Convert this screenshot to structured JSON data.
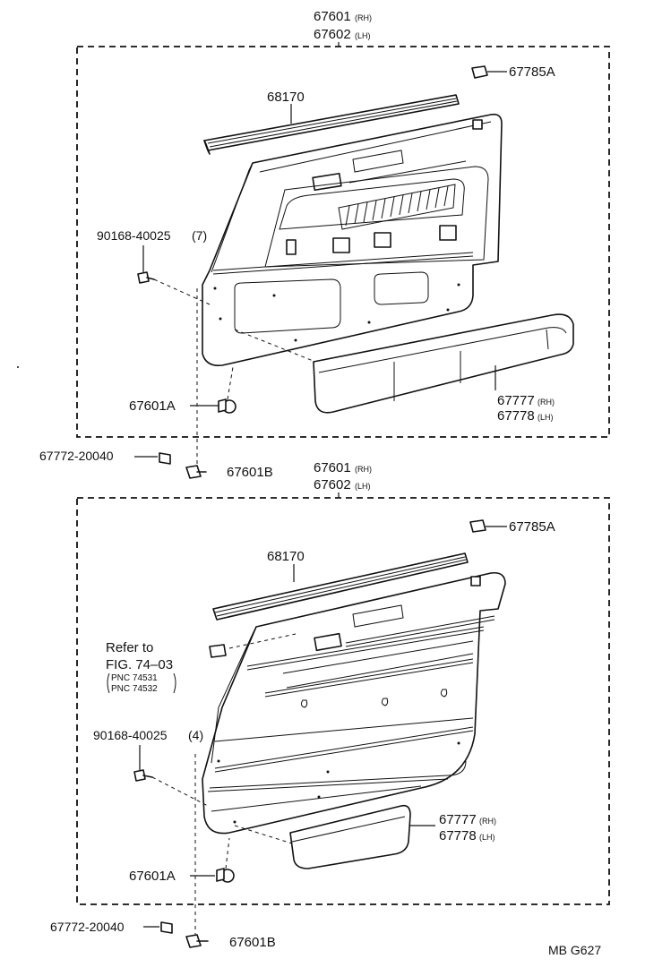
{
  "drawing_code": "MB G627",
  "upper": {
    "assembly_rh": "67601",
    "assembly_rh_suffix": "(RH)",
    "assembly_lh": "67602",
    "assembly_lh_suffix": "(LH)",
    "clip_top": "67785A",
    "weatherstrip": "68170",
    "screw": "90168-40025",
    "screw_qty": "(7)",
    "clip_lower": "67601A",
    "bolt": "67772-20040",
    "clip_b": "67601B",
    "pocket_rh": "67777",
    "pocket_rh_suffix": "(RH)",
    "pocket_lh": "67778",
    "pocket_lh_suffix": "(LH)"
  },
  "lower": {
    "assembly_rh": "67601",
    "assembly_rh_suffix": "(RH)",
    "assembly_lh": "67602",
    "assembly_lh_suffix": "(LH)",
    "clip_top": "67785A",
    "weatherstrip": "68170",
    "refer_line1": "Refer to",
    "refer_line2": "FIG. 74–03",
    "pnc_1": "PNC 74531",
    "pnc_2": "PNC 74532",
    "screw": "90168-40025",
    "screw_qty": "(4)",
    "clip_lower": "67601A",
    "bolt": "67772-20040",
    "clip_b": "67601B",
    "pocket_rh": "67777",
    "pocket_rh_suffix": "(RH)",
    "pocket_lh": "67778",
    "pocket_lh_suffix": "(LH)"
  }
}
